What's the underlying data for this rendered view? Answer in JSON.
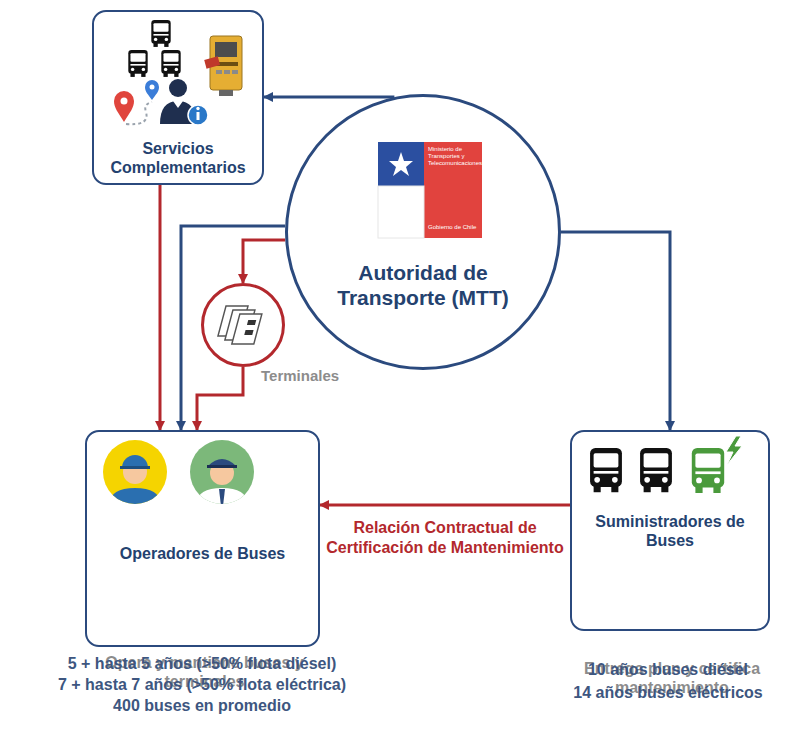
{
  "diagram": {
    "nodes": [
      {
        "text": [
          "Servicios Complementarios"
        ]
      },
      {
        "text": [
          "Autoridad de Transporte (MTT)"
        ]
      },
      {
        "text": [
          "Terminales"
        ]
      },
      {
        "text": [
          "Operadores de Buses",
          "Opera y mantiene buses y terminales"
        ]
      },
      {
        "text": [
          "Suministradores de Buses",
          "Entrega plan y certifica mantenimiento"
        ]
      }
    ],
    "edges": [
      {
        "from": 1,
        "to": 0,
        "arrow": "to"
      },
      {
        "from": 1,
        "to": 4,
        "arrow": "to"
      },
      {
        "from": 1,
        "to": 3,
        "arrow": "to"
      },
      {
        "from": 1,
        "to": 2,
        "arrow": "to"
      },
      {
        "from": 2,
        "to": 3,
        "arrow": "to"
      },
      {
        "from": 0,
        "to": 3,
        "arrow": "to"
      },
      {
        "from": 4,
        "to": 3,
        "label": "Relación Contractual de Certificación de Mantenimiento",
        "arrow": "to"
      }
    ],
    "labels": [
      "Ministerio de Transportes y Telecomunicaciones",
      "Gobierno de Chile",
      "5 + hasta 5 años (>50% flota diésel)",
      "7 + hasta 7 años (>50% flota eléctrica)",
      "400 buses en promedio",
      "10 años buses diésel",
      "14 años buses eléctricos"
    ]
  }
}
